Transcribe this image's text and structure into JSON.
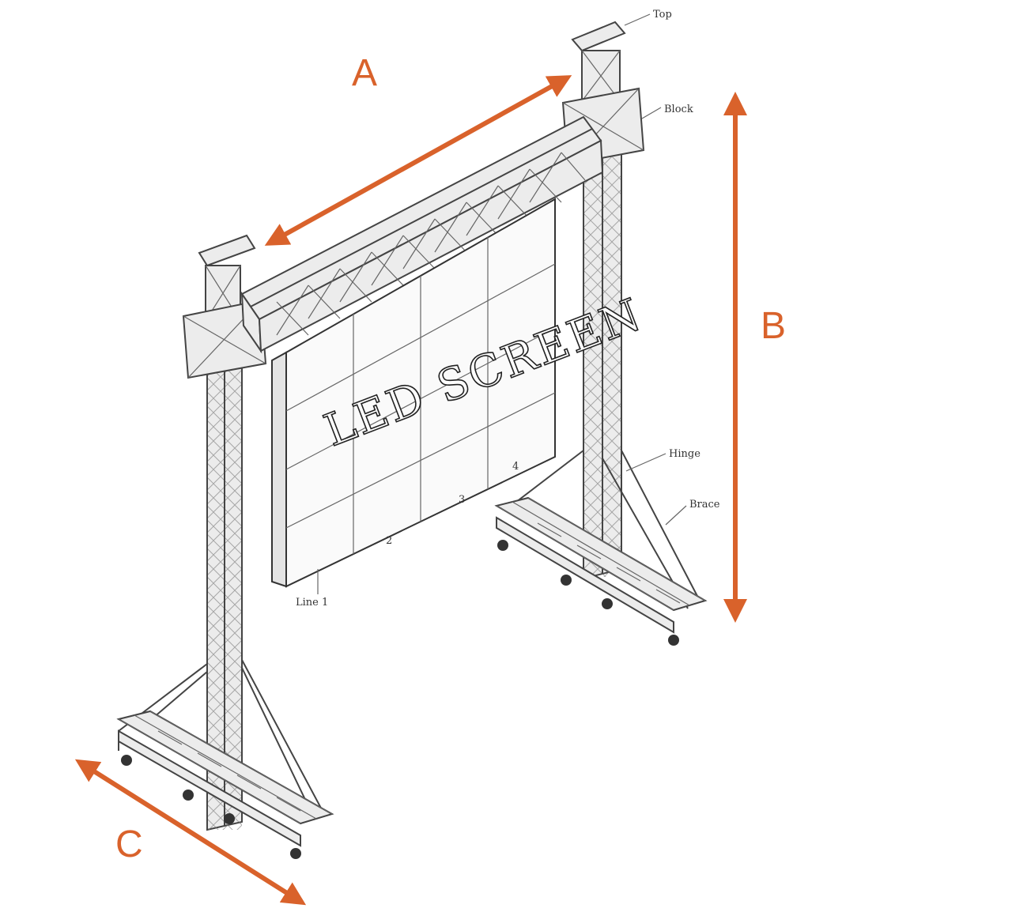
{
  "colors": {
    "dimension": "#d9622b",
    "line": "#444444",
    "screen": "#fafafa",
    "background": "#ffffff"
  },
  "dimensions": {
    "a": "A",
    "b": "B",
    "c": "C"
  },
  "screen_text": "LED SCREEN",
  "part_labels": {
    "top": "Top",
    "block": "Block",
    "hinge": "Hinge",
    "brace": "Brace",
    "line": "Line 1",
    "num2": "2",
    "num3": "3",
    "num4": "4"
  }
}
